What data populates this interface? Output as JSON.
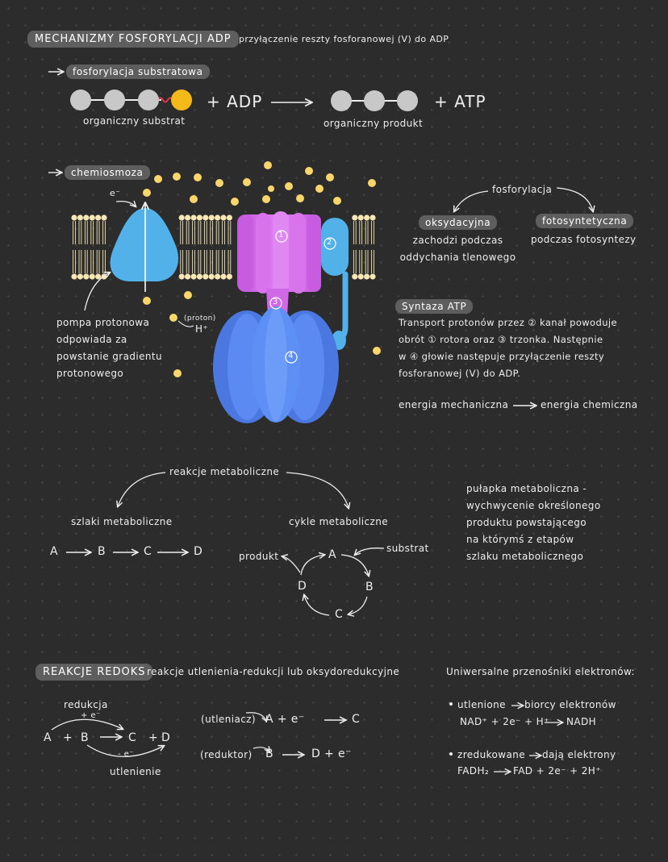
{
  "section1": {
    "heading": "MECHANIZMY FOSFORYLACJI ADP",
    "definition": "przyłączenie reszty fosforanowej (V) do ADP"
  },
  "substrate": {
    "label": "fosforylacja substratowa",
    "substrate_caption": "organiczny substrat",
    "plus_adp": "+ ADP",
    "product_caption": "organiczny produkt",
    "plus_atp": "+ ATP"
  },
  "chemiosmosis": {
    "label": "chemiosmoza",
    "electron": "e⁻",
    "proton_small": "(proton)",
    "proton": "H⁺",
    "num1": "1",
    "num2": "2",
    "num3": "3",
    "num4": "4",
    "pump_lines": [
      "pompa protonowa",
      "odpowiada za",
      "powstanie gradientu",
      "protonowego"
    ]
  },
  "phosphorylation": {
    "root": "fosforylacja",
    "left_label": "oksydacyjna",
    "left_desc": [
      "zachodzi podczas",
      "oddychania tlenowego"
    ],
    "right_label": "fotosyntetyczna",
    "right_desc": "podczas fotosyntezy"
  },
  "atp_synthase": {
    "title": "Syntaza ATP",
    "lines": [
      "Transport protonów przez ② kanał powoduje",
      "obrót ① rotora oraz ③ trzonka. Następnie",
      "w ④ głowie następuje przyłączenie reszty",
      "fosforanowej (V) do ADP."
    ],
    "energy_from": "energia mechaniczna",
    "energy_to": "energia chemiczna"
  },
  "metabolic": {
    "root": "reakcje metaboliczne",
    "pathways": "szlaki metaboliczne",
    "cycles": "cykle metaboliczne",
    "path_nodes": [
      "A",
      "B",
      "C",
      "D"
    ],
    "cycle_nodes": {
      "a": "A",
      "b": "B",
      "c": "C",
      "d": "D"
    },
    "product": "produkt",
    "substrate": "substrat",
    "trap_lines": [
      "pułapka metaboliczna -",
      "wychwycenie określonego",
      "produktu powstającego",
      "na którymś z etapów",
      "szlaku metabolicznego"
    ]
  },
  "redox": {
    "heading": "REAKCJE REDOKS",
    "definition": "reakcje utlenienia-redukcji lub oksydoredukcyjne",
    "reduction": "redukcja",
    "plus_e": "+ e⁻",
    "eq_a": "A",
    "eq_plus1": "+",
    "eq_b": "B",
    "eq_c": "C",
    "eq_plus2": "+",
    "eq_d": "D",
    "minus_e": "- e⁻",
    "oxidation": "utlenienie",
    "oxidant": "(utleniacz)",
    "ox_eq_left": "A  +  e⁻",
    "ox_eq_right": "C",
    "reductant": "(reduktor)",
    "red_eq_left": "B",
    "red_eq_right": "D + e⁻"
  },
  "carriers": {
    "title": "Uniwersalne przenośniki elektronów:",
    "item1_lead": "utlenione",
    "item1_rest": "biorcy elektronów",
    "item1_eq_left": "NAD⁺ + 2e⁻ + H⁺",
    "item1_eq_right": "NADH",
    "item2_lead": "zredukowane",
    "item2_rest": "dają elektrony",
    "item2_eq_left": "FADH₂",
    "item2_eq_right": "FAD + 2e⁻ + 2H⁺"
  },
  "colors": {
    "background": "#2c2c2c",
    "pill": "#5e5e5e",
    "grey_node": "#c8c8c8",
    "yellow": "#f8d66b",
    "red_bond": "#d83a4a",
    "membrane": "#f7e7b4",
    "pump_blue": "#52b1e8",
    "rotor_violet": "#d168e6",
    "head_blue": "#4a78e0"
  }
}
